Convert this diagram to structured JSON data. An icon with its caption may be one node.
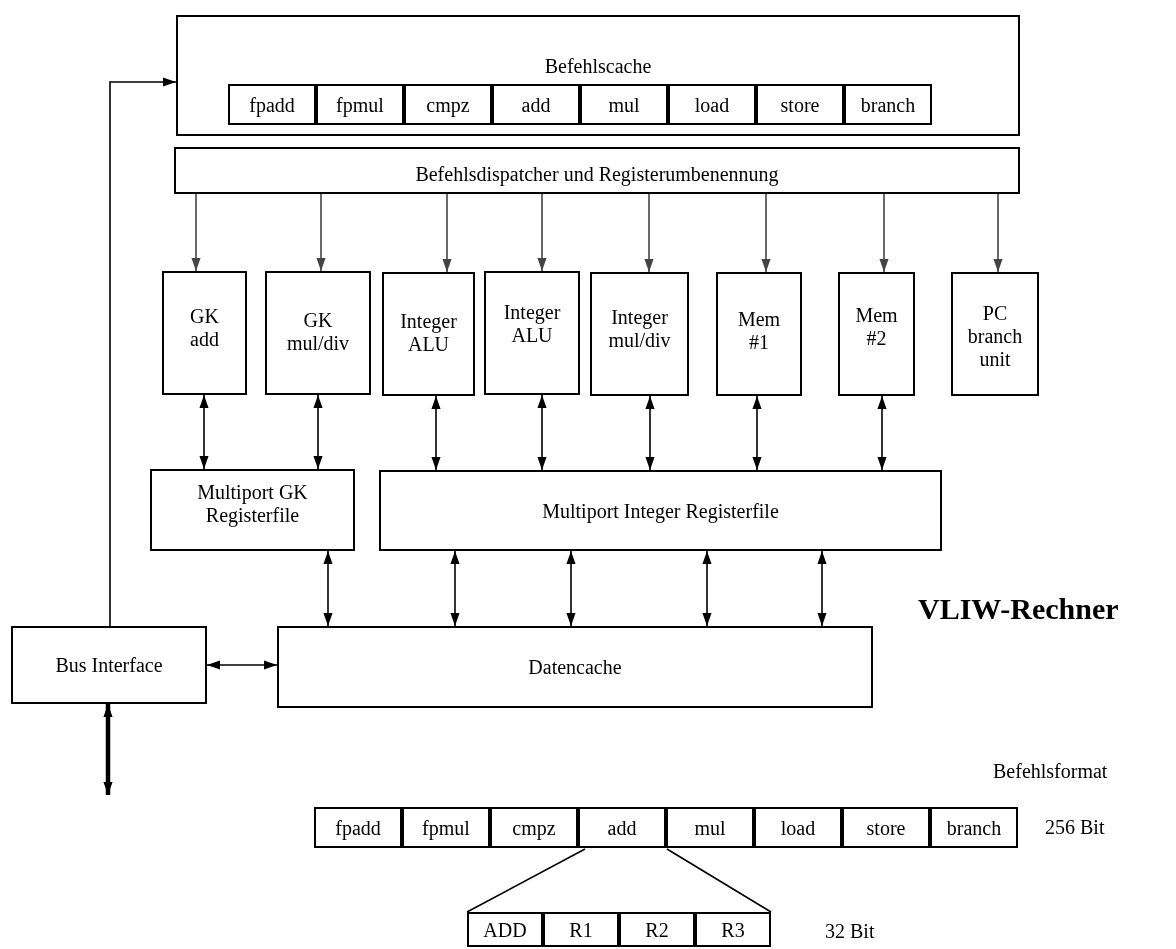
{
  "diagram": {
    "title": "VLIW-Rechner",
    "nodes": [
      {
        "text": [
          "Befehlscache"
        ]
      },
      {
        "text": [
          "fpadd"
        ],
        "in": 0
      },
      {
        "text": [
          "fpmul"
        ],
        "in": 0
      },
      {
        "text": [
          "cmpz"
        ],
        "in": 0
      },
      {
        "text": [
          "add"
        ],
        "in": 0
      },
      {
        "text": [
          "mul"
        ],
        "in": 0
      },
      {
        "text": [
          "load"
        ],
        "in": 0
      },
      {
        "text": [
          "store"
        ],
        "in": 0
      },
      {
        "text": [
          "branch"
        ],
        "in": 0
      },
      {
        "text": [
          "Befehlsdispatcher und Registerumbenennung"
        ]
      },
      {
        "text": [
          "GK add"
        ]
      },
      {
        "text": [
          "GK mul/div"
        ]
      },
      {
        "text": [
          "Integer ALU"
        ]
      },
      {
        "text": [
          "Integer ALU"
        ]
      },
      {
        "text": [
          "Integer mul/div"
        ]
      },
      {
        "text": [
          "Mem #1"
        ]
      },
      {
        "text": [
          "Mem #2"
        ]
      },
      {
        "text": [
          "PC branch unit"
        ]
      },
      {
        "text": [
          "Multiport GK Registerfile"
        ]
      },
      {
        "text": [
          "Multiport Integer Registerfile"
        ]
      },
      {
        "text": [
          "Bus Interface"
        ]
      },
      {
        "text": [
          "Datencache"
        ]
      },
      {
        "text": [
          "fpadd"
        ]
      },
      {
        "text": [
          "fpmul"
        ]
      },
      {
        "text": [
          "cmpz"
        ]
      },
      {
        "text": [
          "add"
        ]
      },
      {
        "text": [
          "mul"
        ]
      },
      {
        "text": [
          "load"
        ]
      },
      {
        "text": [
          "store"
        ]
      },
      {
        "text": [
          "branch"
        ]
      },
      {
        "text": [
          "ADD"
        ]
      },
      {
        "text": [
          "R1"
        ]
      },
      {
        "text": [
          "R2"
        ]
      },
      {
        "text": [
          "R3"
        ]
      }
    ],
    "edges": [
      {
        "from": 9,
        "to": 10,
        "arrow": "to",
        "color": "#444444"
      },
      {
        "from": 9,
        "to": 11,
        "arrow": "to",
        "color": "#444444"
      },
      {
        "from": 9,
        "to": 12,
        "arrow": "to",
        "color": "#444444"
      },
      {
        "from": 9,
        "to": 13,
        "arrow": "to",
        "color": "#444444"
      },
      {
        "from": 9,
        "to": 14,
        "arrow": "to",
        "color": "#444444"
      },
      {
        "from": 9,
        "to": 15,
        "arrow": "to",
        "color": "#444444"
      },
      {
        "from": 9,
        "to": 16,
        "arrow": "to",
        "color": "#444444"
      },
      {
        "from": 9,
        "to": 17,
        "arrow": "to",
        "color": "#444444"
      },
      {
        "from": 10,
        "to": 18,
        "arrow": "both"
      },
      {
        "from": 11,
        "to": 18,
        "arrow": "both"
      },
      {
        "from": 12,
        "to": 19,
        "arrow": "both"
      },
      {
        "from": 13,
        "to": 19,
        "arrow": "both"
      },
      {
        "from": 14,
        "to": 19,
        "arrow": "both"
      },
      {
        "from": 15,
        "to": 19,
        "arrow": "both"
      },
      {
        "from": 16,
        "to": 19,
        "arrow": "both"
      },
      {
        "from": 18,
        "to": 21,
        "arrow": "both"
      },
      {
        "from": 19,
        "to": 21,
        "arrow": "both"
      },
      {
        "from": 19,
        "to": 21,
        "arrow": "both"
      },
      {
        "from": 19,
        "to": 21,
        "arrow": "both"
      },
      {
        "from": 19,
        "to": 21,
        "arrow": "both"
      },
      {
        "from": 20,
        "to": 21,
        "arrow": "both"
      },
      {
        "from": 20,
        "to": 0,
        "arrow": "to"
      },
      {
        "from": 20,
        "to": null,
        "arrow": "both",
        "style": "thick"
      },
      {
        "from": 25,
        "to": 30,
        "arrow": "none"
      },
      {
        "from": 25,
        "to": 33,
        "arrow": "none"
      }
    ],
    "labels": [
      "Befehlsformat",
      "256 Bit",
      "32 Bit"
    ]
  }
}
